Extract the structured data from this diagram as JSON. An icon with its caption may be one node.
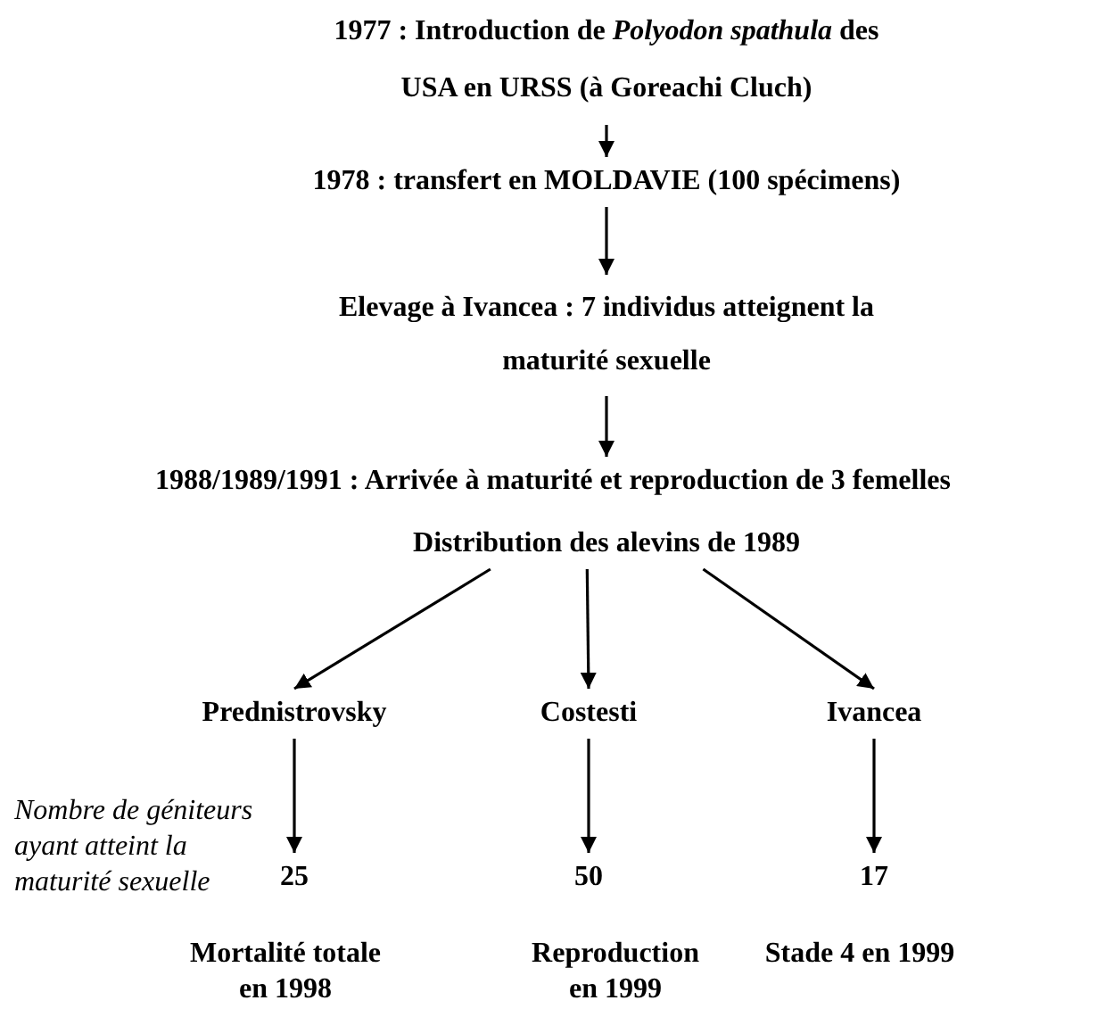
{
  "diagram": {
    "nodes": [
      {
        "text": [
          "1977 : Introduction de *Polyodon spathula* des USA en URSS (à Goreachi Cluch)"
        ]
      },
      {
        "text": [
          "1978 : transfert en MOLDAVIE (100 spécimens)"
        ]
      },
      {
        "text": [
          "Elevage à Ivancea : 7 individus atteignent la maturité sexuelle"
        ]
      },
      {
        "text": [
          "1988/1989/1991 : Arrivée à maturité et reproduction de 3 femelles"
        ]
      },
      {
        "text": [
          "Distribution des alevins de 1989"
        ]
      },
      {
        "text": [
          "Prednistrovsky"
        ]
      },
      {
        "text": [
          "Costesti"
        ]
      },
      {
        "text": [
          "Ivancea"
        ]
      },
      {
        "text": [
          "25"
        ]
      },
      {
        "text": [
          "50"
        ]
      },
      {
        "text": [
          "17"
        ]
      }
    ],
    "edges": [
      {
        "from": 0,
        "to": 1,
        "arrow": "to"
      },
      {
        "from": 1,
        "to": 2,
        "arrow": "to"
      },
      {
        "from": 2,
        "to": 3,
        "arrow": "to"
      },
      {
        "from": 4,
        "to": 5,
        "arrow": "to"
      },
      {
        "from": 4,
        "to": 6,
        "arrow": "to"
      },
      {
        "from": 4,
        "to": 7,
        "arrow": "to"
      },
      {
        "from": 5,
        "to": 8,
        "arrow": "to"
      },
      {
        "from": 6,
        "to": 9,
        "arrow": "to"
      },
      {
        "from": 7,
        "to": 10,
        "arrow": "to"
      }
    ],
    "labels": [
      "Nombre de géniteurs ayant atteint la maturité sexuelle",
      "Mortalité totale en 1998",
      "Reproduction en 1999",
      "Stade 4 en 1999"
    ]
  }
}
